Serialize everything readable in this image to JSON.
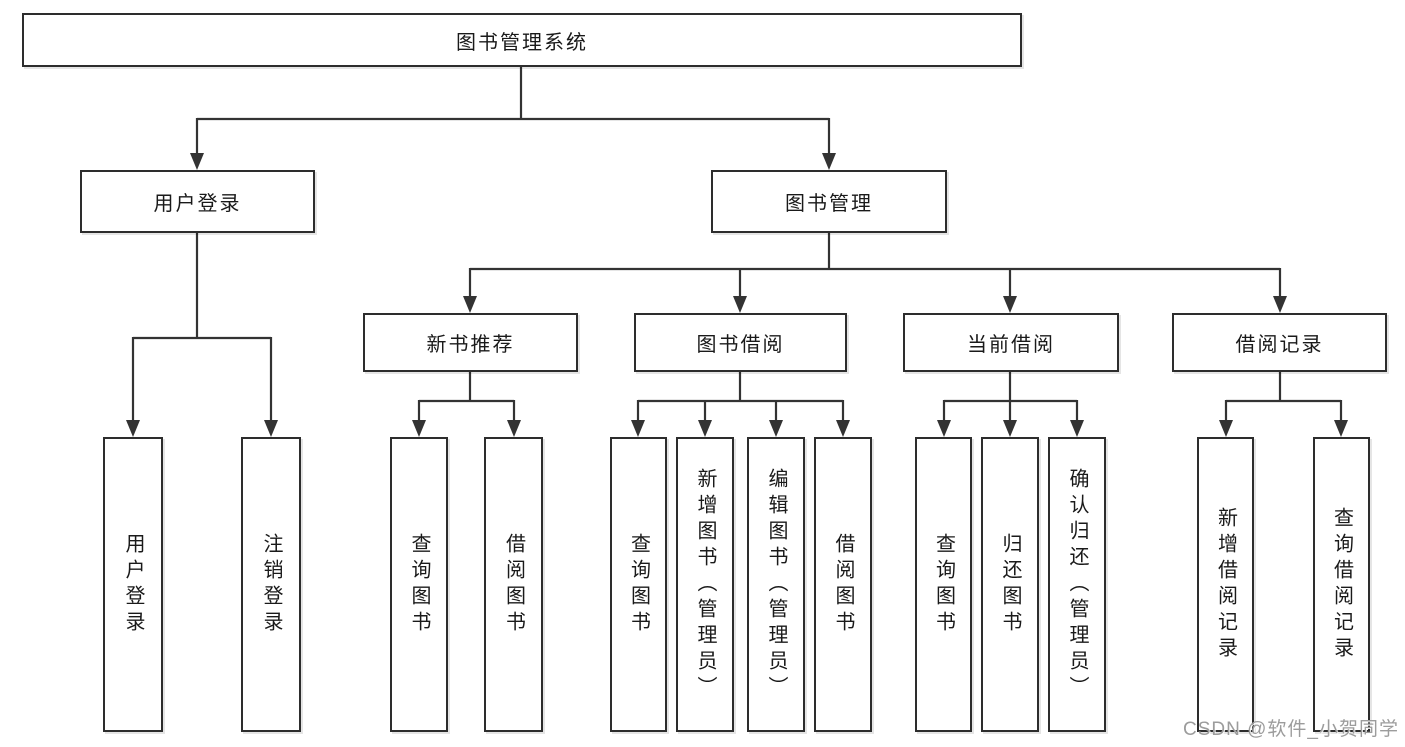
{
  "nodes": {
    "root": "图书管理系统",
    "user_login": "用户登录",
    "book_mgmt": "图书管理",
    "new_book_rec": "新书推荐",
    "book_borrow": "图书借阅",
    "current_borrow": "当前借阅",
    "borrow_records": "借阅记录",
    "leaf_user_login": "用户登录",
    "leaf_logout": "注销登录",
    "leaf_query_book_newrec": "查询图书",
    "leaf_borrow_book_newrec": "借阅图书",
    "leaf_query_book_borrow": "查询图书",
    "leaf_add_book_admin": "新增图书（管理员）",
    "leaf_edit_book_admin": "编辑图书（管理员）",
    "leaf_borrow_book_borrow": "借阅图书",
    "leaf_query_book_current": "查询图书",
    "leaf_return_book": "归还图书",
    "leaf_confirm_return_admin": "确认归还（管理员）",
    "leaf_add_borrow_record": "新增借阅记录",
    "leaf_query_borrow_record": "查询借阅记录"
  },
  "watermark": "CSDN @软件_小贺同学",
  "colors": {
    "line": "#333333",
    "box_border": "#2d2d2d",
    "text": "#1a1a1a",
    "background": "#ffffff",
    "watermark": "#9c9c9c"
  }
}
